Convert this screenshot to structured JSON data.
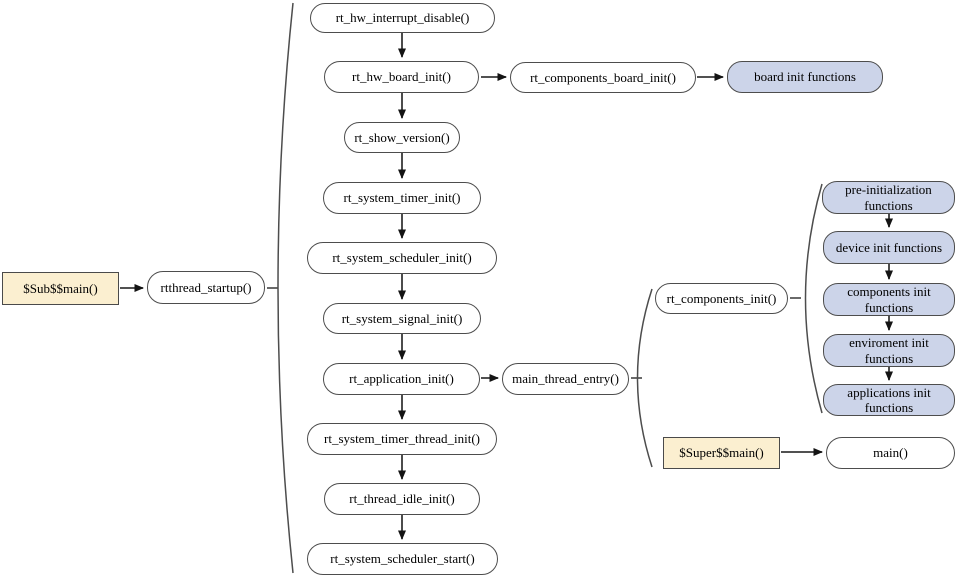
{
  "diagram_title": "rtthread startup sequence flowchart",
  "colors": {
    "process_fill": "#ffffff",
    "group_fill": "#ccd4e9",
    "entry_fill": "#fbefd0",
    "node_border": "#4d4d4d",
    "arrow": "#383838"
  },
  "nodes": {
    "sub_main": {
      "label": "$Sub$$main()"
    },
    "rtthread_startup": {
      "label": "rtthread_startup()"
    },
    "rt_hw_interrupt_disable": {
      "label": "rt_hw_interrupt_disable()"
    },
    "rt_hw_board_init": {
      "label": "rt_hw_board_init()"
    },
    "rt_components_board_init": {
      "label": "rt_components_board_init()"
    },
    "board_init_functions": {
      "label": "board init functions"
    },
    "rt_show_version": {
      "label": "rt_show_version()"
    },
    "rt_system_timer_init": {
      "label": "rt_system_timer_init()"
    },
    "rt_system_scheduler_init": {
      "label": "rt_system_scheduler_init()"
    },
    "rt_system_signal_init": {
      "label": "rt_system_signal_init()"
    },
    "rt_application_init": {
      "label": "rt_application_init()"
    },
    "main_thread_entry": {
      "label": "main_thread_entry()"
    },
    "rt_system_timer_thread_init": {
      "label": "rt_system_timer_thread_init()"
    },
    "rt_thread_idle_init": {
      "label": "rt_thread_idle_init()"
    },
    "rt_system_scheduler_start": {
      "label": "rt_system_scheduler_start()"
    },
    "rt_components_init": {
      "label": "rt_components_init()"
    },
    "pre_initialization_functions": {
      "label": "pre-initialization functions"
    },
    "device_init_functions": {
      "label": "device init functions"
    },
    "components_init_functions": {
      "label": "components init functions"
    },
    "enviroment_init_functions": {
      "label": "enviroment init functions"
    },
    "applications_init_functions": {
      "label": "applications init functions"
    },
    "super_main": {
      "label": "$Super$$main()"
    },
    "main_fn": {
      "label": "main()"
    }
  }
}
